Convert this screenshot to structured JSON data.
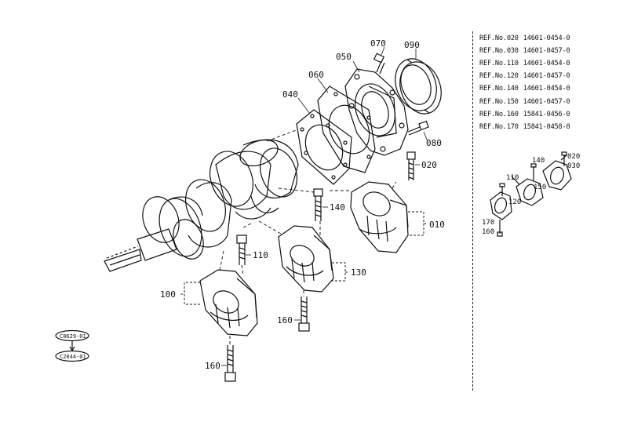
{
  "callouts": {
    "c010": "010",
    "c020": "020",
    "c040": "040",
    "c050": "050",
    "c060": "060",
    "c070": "070",
    "c080": "080",
    "c090": "090",
    "c100": "100",
    "c110": "110",
    "c130": "130",
    "c140": "140",
    "c160a": "160",
    "c160b": "160"
  },
  "ref_table": [
    {
      "ref": "REF.No.020",
      "code": "14601-0454-0"
    },
    {
      "ref": "REF.No.030",
      "code": "14601-0457-0"
    },
    {
      "ref": "REF.No.110",
      "code": "14601-0454-0"
    },
    {
      "ref": "REF.No.120",
      "code": "14601-0457-0"
    },
    {
      "ref": "REF.No.140",
      "code": "14601-0454-0"
    },
    {
      "ref": "REF.No.150",
      "code": "14601-0457-0"
    },
    {
      "ref": "REF.No.160",
      "code": "15841-0456-0"
    },
    {
      "ref": "REF.No.170",
      "code": "15841-0458-0"
    }
  ],
  "inset": {
    "i020": "020",
    "i030": "030",
    "i110": "110",
    "i120": "120",
    "i140": "140",
    "i150": "150",
    "i160": "160",
    "i170": "170"
  },
  "page_refs": {
    "top": "C0629-01",
    "bottom": "C2044-01"
  }
}
